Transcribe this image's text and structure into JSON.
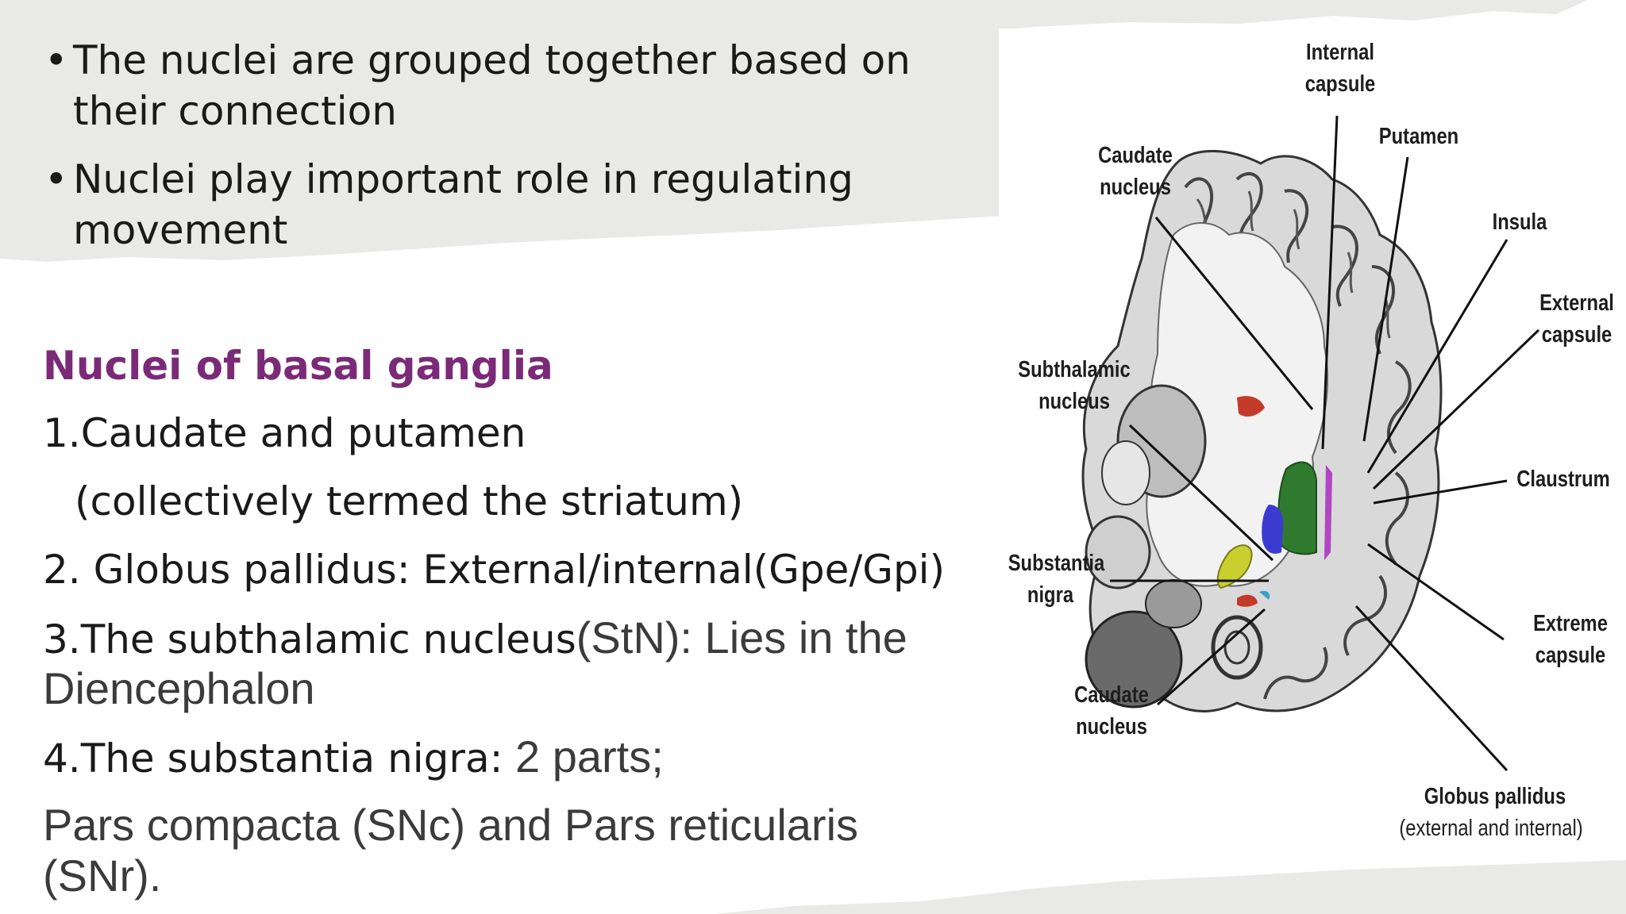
{
  "bullets": [
    "The nuclei are grouped together based on their connection",
    "Nuclei play important role in regulating movement"
  ],
  "heading": "Nuclei of basal ganglia",
  "list": {
    "item1": "1.Caudate and putamen",
    "item1_note": "(collectively termed the striatum)",
    "item2": "2. Globus pallidus: External/internal(Gpe/Gpi)",
    "item3_lead": "3.The subthalamic nucleus",
    "item3_rest": "(StN): Lies in the",
    "item3_cont": "Diencephalon",
    "item4_lead": "4.The substantia nigra:",
    "item4_rest": " 2 parts;",
    "item4_cont": "Pars compacta (SNc) and  Pars reticularis (SNr)."
  },
  "figure_labels": {
    "internal_capsule": "Internal capsule",
    "putamen": "Putamen",
    "caudate_nucleus_top": "Caudate nucleus",
    "insula": "Insula",
    "external_capsule": "External capsule",
    "subthalamic_nucleus": "Subthalamic nucleus",
    "claustrum": "Claustrum",
    "substantia_nigra": "Substantia nigra",
    "extreme_capsule": "Extreme capsule",
    "caudate_nucleus_bottom": "Caudate nucleus",
    "globus_pallidus": "Globus pallidus",
    "globus_pallidus_sub": "(external and internal)"
  },
  "colors": {
    "heading": "#7b2a78",
    "paper": "#e9e9e8",
    "putamen": "#2f7a2f",
    "globus_pallidus": "#3b3bd0",
    "claustrum": "#b046c0",
    "subthalamic": "#c8d030",
    "caudate_red": "#c43a2a"
  }
}
